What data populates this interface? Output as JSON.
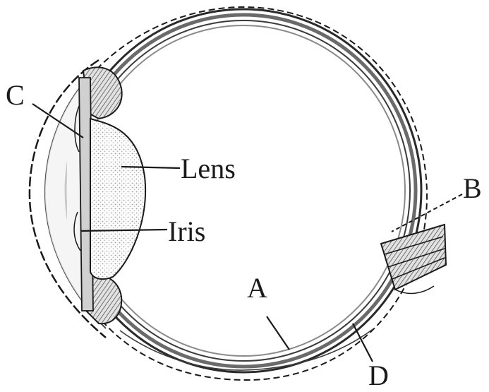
{
  "diagram": {
    "labels": {
      "lens": "Lens",
      "iris": "Iris",
      "a": "A",
      "b": "B",
      "c": "C",
      "d": "D"
    },
    "colors": {
      "ink": "#1a1a1a",
      "paper": "#ffffff",
      "stipple": "#cfcfcf",
      "layer_dark": "#4a4a4a",
      "layer_mid": "#8a8a8a"
    }
  }
}
